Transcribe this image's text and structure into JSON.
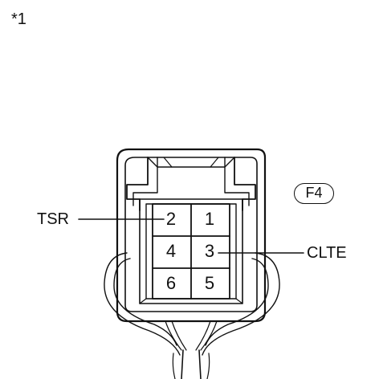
{
  "note_mark": "*1",
  "connector_code": "F4",
  "signal_labels": {
    "tsr": "TSR",
    "clte": "CLTE"
  },
  "pins": {
    "p1": "1",
    "p2": "2",
    "p3": "3",
    "p4": "4",
    "p5": "5",
    "p6": "6"
  },
  "colors": {
    "line": "#111111",
    "background": "#ffffff"
  }
}
